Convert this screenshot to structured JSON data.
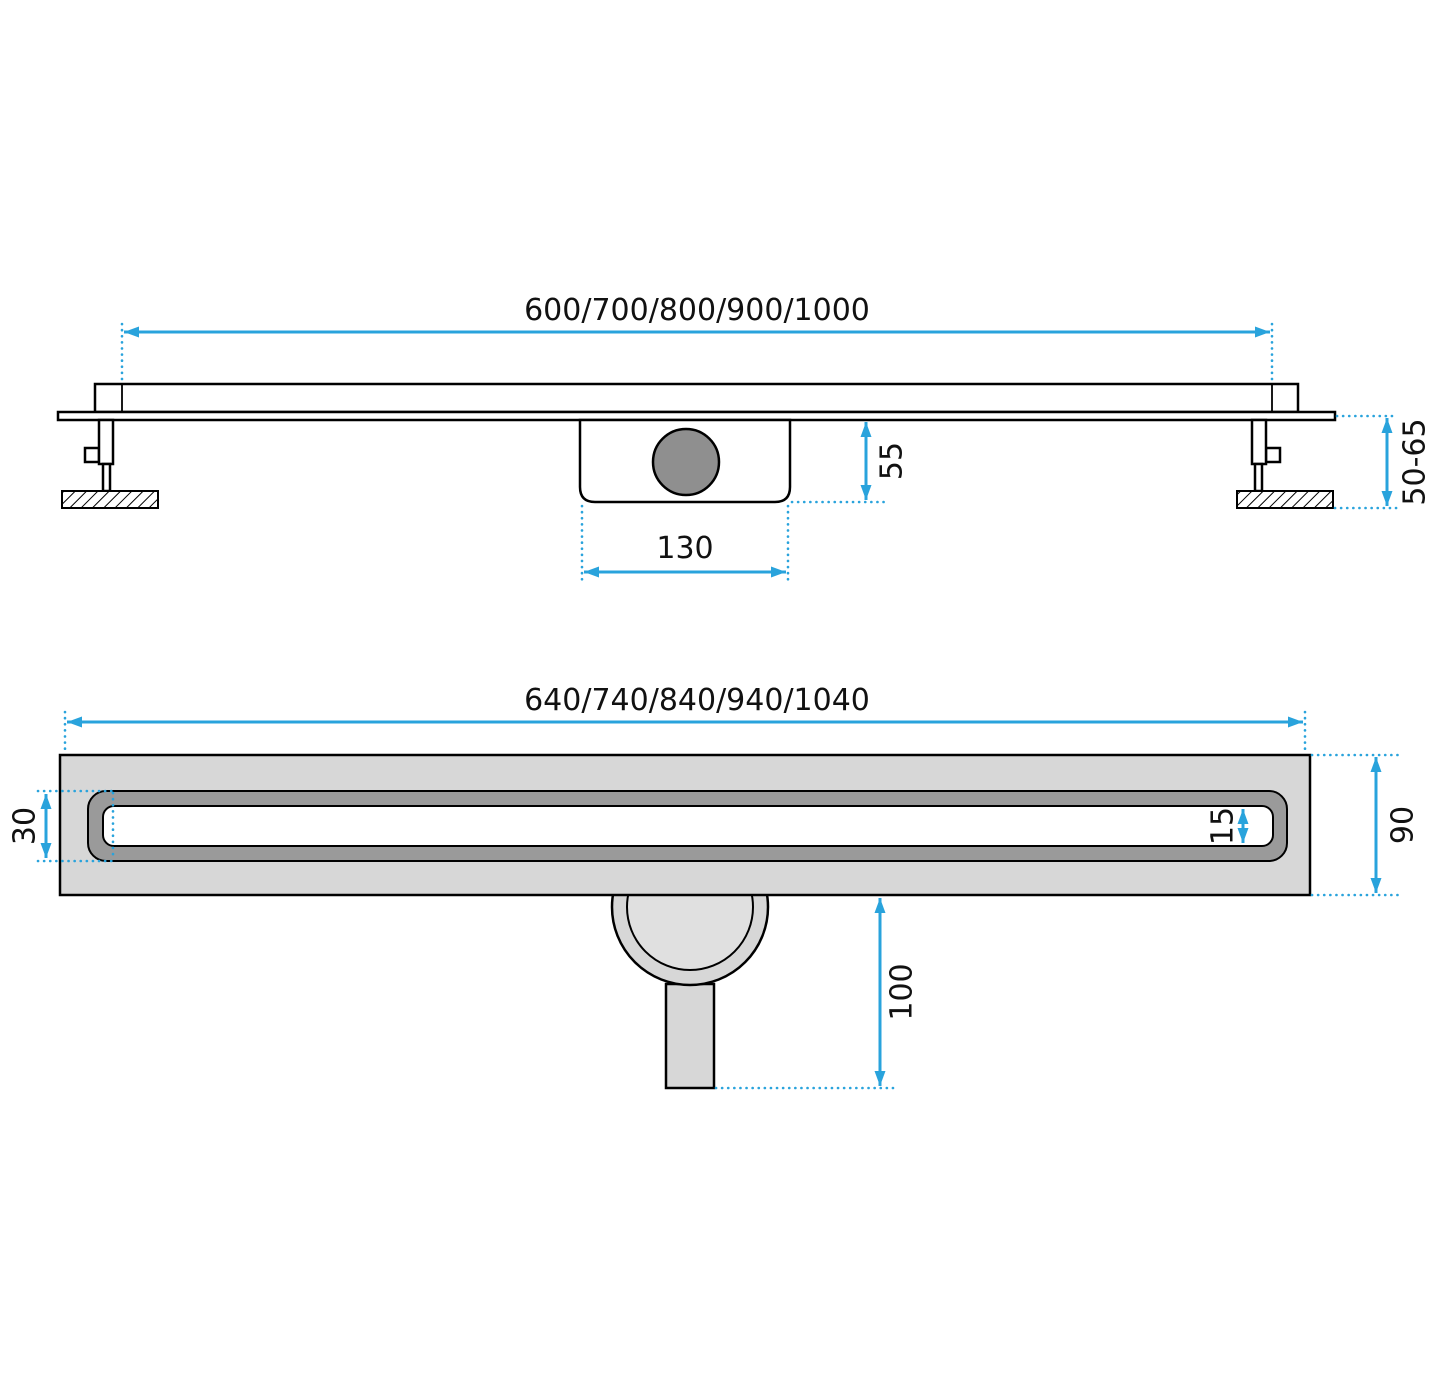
{
  "title": "Linear shower drain technical drawing",
  "colors": {
    "dimension_blue": "#29a3dc",
    "outline_black": "#000000",
    "body_gray": "#d7d7d7",
    "channel_gray": "#9a9a9a"
  },
  "side_view": {
    "length_options": "600/700/800/900/1000",
    "trap_height": "55",
    "trap_width": "130",
    "adjustable_height": "50-65"
  },
  "plan_view": {
    "length_options": "640/740/840/940/1040",
    "channel_width": "30",
    "slot_width": "15",
    "flange_width": "90",
    "outlet_offset": "100"
  }
}
